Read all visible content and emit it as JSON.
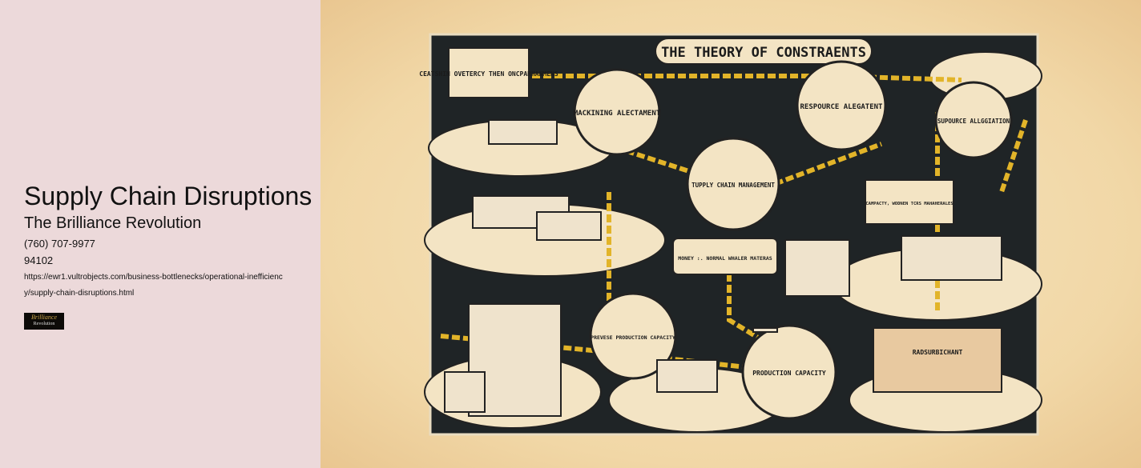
{
  "page": {
    "title": "Supply Chain Disruptions",
    "company": "The Brilliance Revolution",
    "phone": "(760) 707-9977",
    "zip": "94102",
    "url": "https://ewr1.vultrobjects.com/business-bottlenecks/operational-inefficiency/supply-chain-disruptions.html",
    "logo_text": "The Brilliance Revolution"
  },
  "illustration": {
    "banner": "THE THEORY OF CONSTRAENTS",
    "nodes": [
      "MACKINING ALECTAMENT",
      "RESPOURCE ALEGATENT",
      "SUPOURCE ALLGGIATION",
      "TUPPLY CHAIN MANAGEMENT",
      "PREVESE PRODUCTION CAPACITY",
      "PRODUCTION CAPACITY"
    ],
    "notes": [
      "CEATSHIN OVETERCY THEN ONCPARHANMENS",
      "MONEY :. NORMAL WHALER MATERAS",
      "CAMPACTY, WODNEN TCRS MAHAHERALES",
      "RADSURBICHANT"
    ],
    "colors": {
      "panel": "#1f2426",
      "chain": "#e2b429",
      "paper": "#f3e4c4"
    }
  }
}
